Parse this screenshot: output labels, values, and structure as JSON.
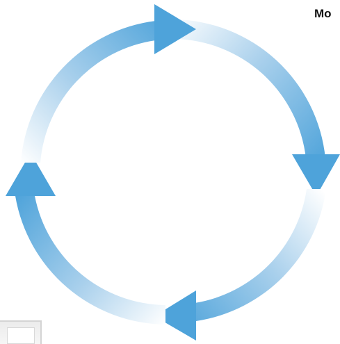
{
  "diagram": {
    "type": "cycle",
    "segments": 4,
    "direction": "clockwise",
    "arrow_color": "#4ea3da",
    "fade_color": "#ffffff"
  },
  "corner_label": "Mo"
}
